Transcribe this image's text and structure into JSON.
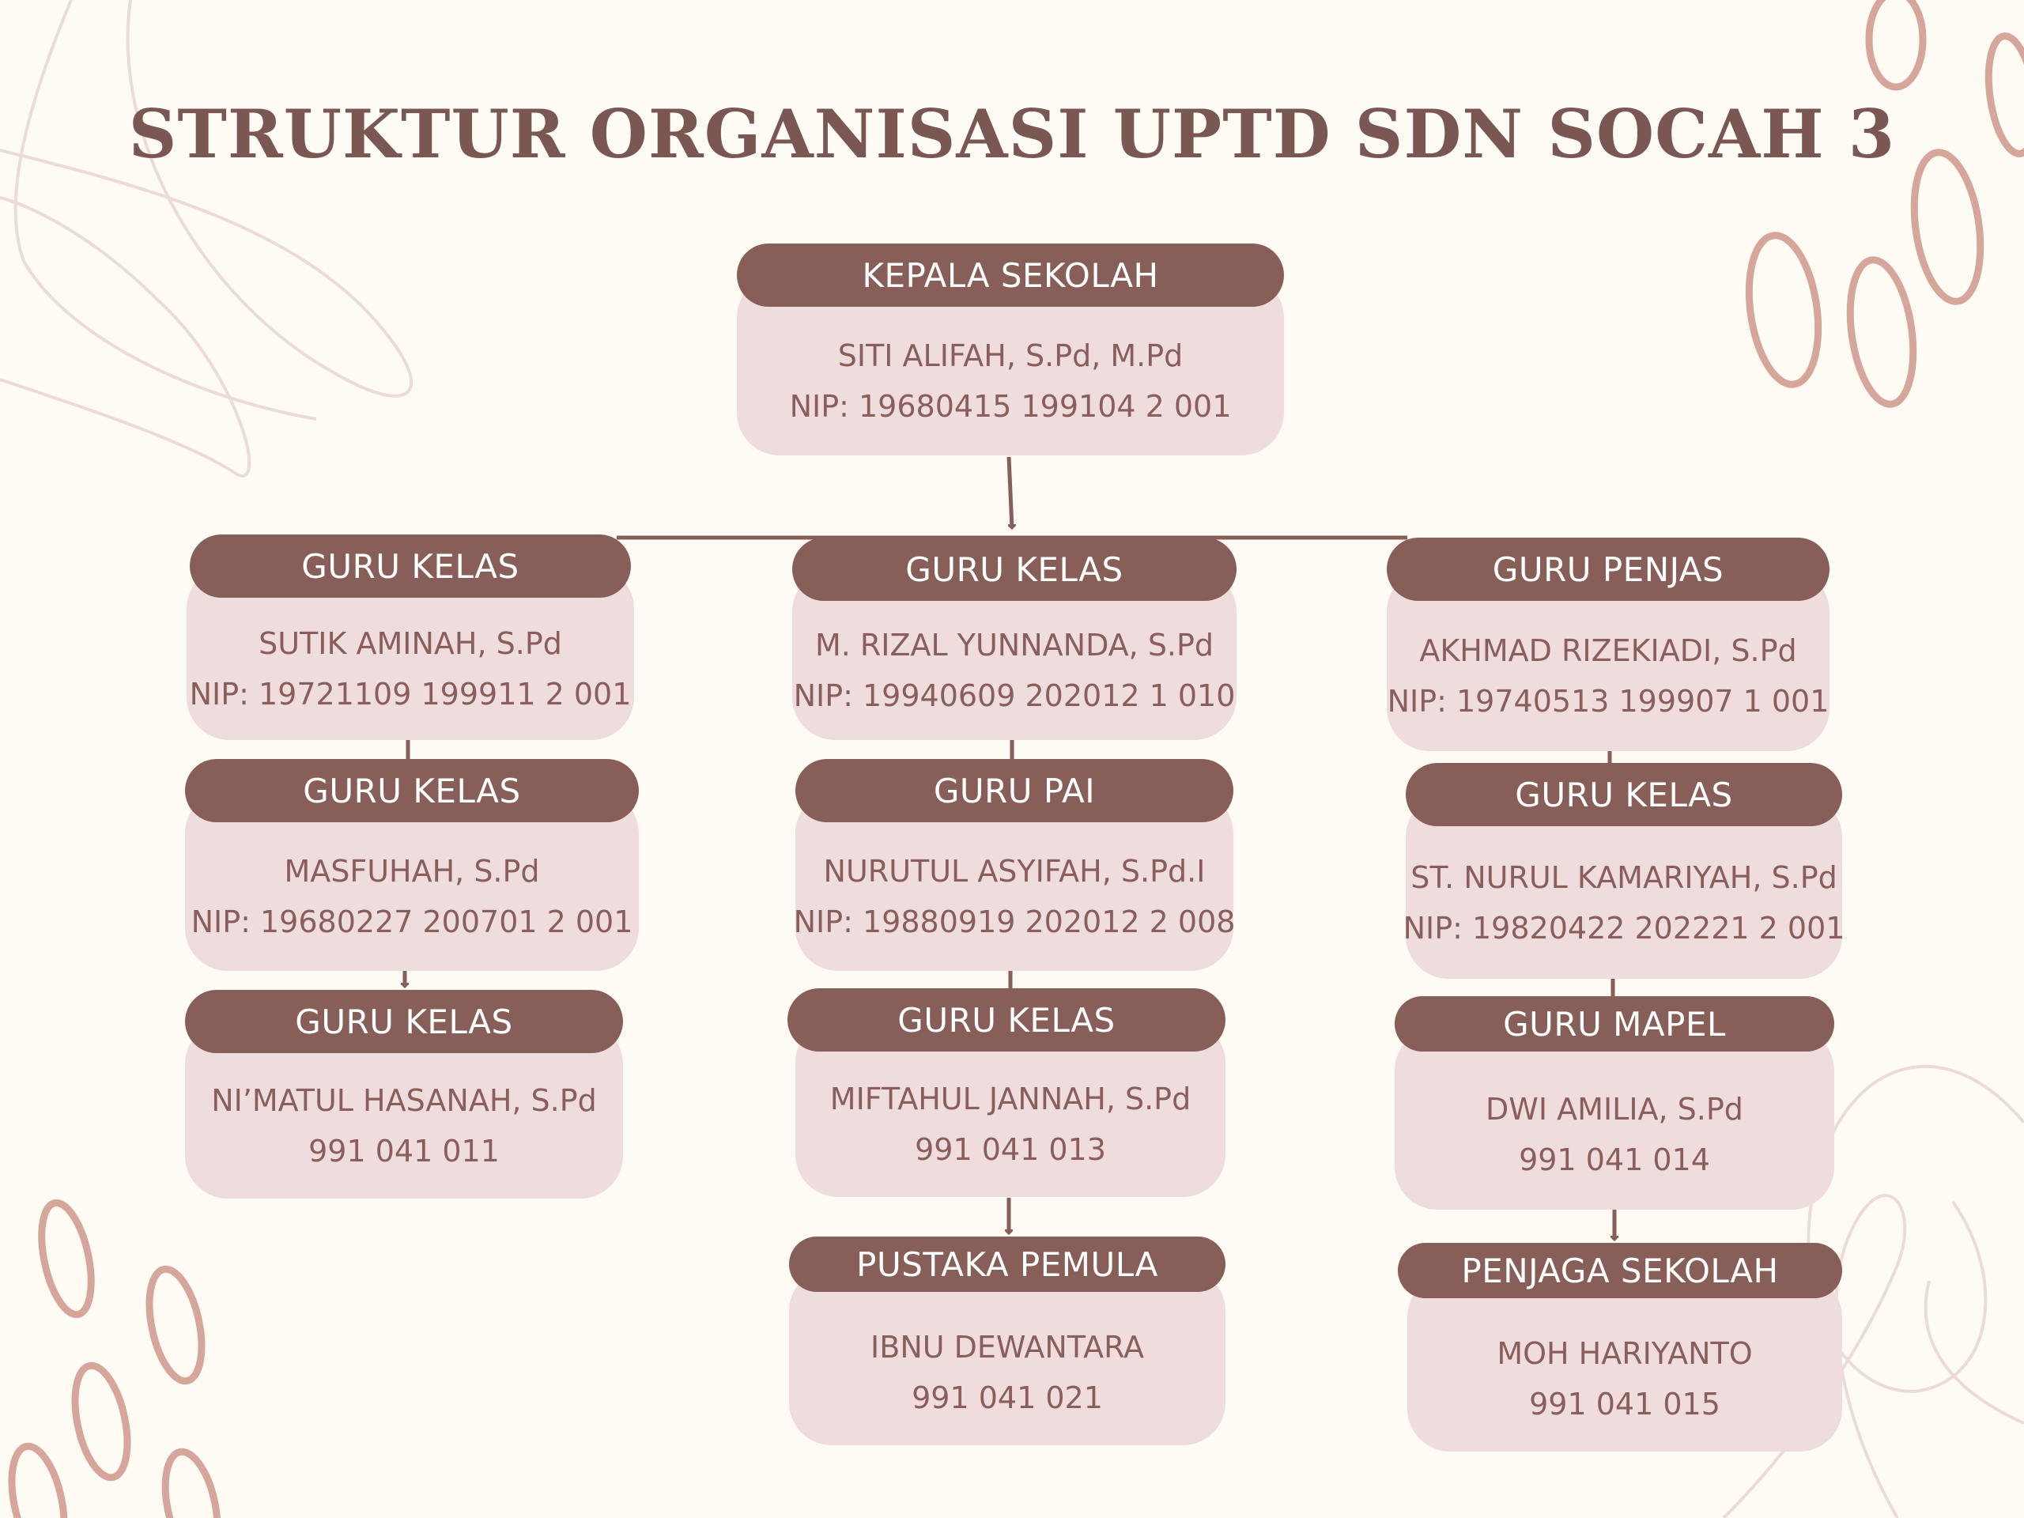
{
  "title": "STRUKTUR ORGANISASI UPTD SDN SOCAH 3",
  "colors": {
    "background": "#FDFBF4",
    "header": "#875E58",
    "card": "#EFDCDC",
    "text": "#8A5E5A",
    "title": "#7B5753",
    "deco_bold": "#D6A69A",
    "deco_thin": "#EDDBD5"
  },
  "head": {
    "role": "KEPALA SEKOLAH",
    "name": "SITI ALIFAH, S.Pd, M.Pd",
    "id": "NIP: 19680415 199104 2 001"
  },
  "columns": [
    [
      {
        "role": "GURU KELAS",
        "name": "SUTIK AMINAH, S.Pd",
        "id": "NIP: 19721109 199911 2 001"
      },
      {
        "role": "GURU KELAS",
        "name": "MASFUHAH, S.Pd",
        "id": "NIP: 19680227 200701 2 001"
      },
      {
        "role": "GURU KELAS",
        "name": "NI’MATUL HASANAH, S.Pd",
        "id": "991 041 011"
      }
    ],
    [
      {
        "role": "GURU KELAS",
        "name": "M. RIZAL YUNNANDA, S.Pd",
        "id": "NIP: 19940609 202012 1 010"
      },
      {
        "role": "GURU PAI",
        "name": "NURUTUL ASYIFAH, S.Pd.I",
        "id": "NIP: 19880919 202012 2 008"
      },
      {
        "role": "GURU KELAS",
        "name": "MIFTAHUL JANNAH, S.Pd",
        "id": "991 041 013"
      },
      {
        "role": "PUSTAKA PEMULA",
        "name": "IBNU DEWANTARA",
        "id": "991 041 021"
      }
    ],
    [
      {
        "role": "GURU PENJAS",
        "name": "AKHMAD RIZEKIADI, S.Pd",
        "id": "NIP: 19740513 199907 1 001"
      },
      {
        "role": "GURU KELAS",
        "name": "ST. NURUL KAMARIYAH, S.Pd",
        "id": "NIP: 19820422 202221 2 001"
      },
      {
        "role": "GURU MAPEL",
        "name": "DWI AMILIA, S.Pd",
        "id": "991 041 014"
      },
      {
        "role": "PENJAGA SEKOLAH",
        "name": "MOH HARIYANTO",
        "id": "991 041 015"
      }
    ]
  ]
}
